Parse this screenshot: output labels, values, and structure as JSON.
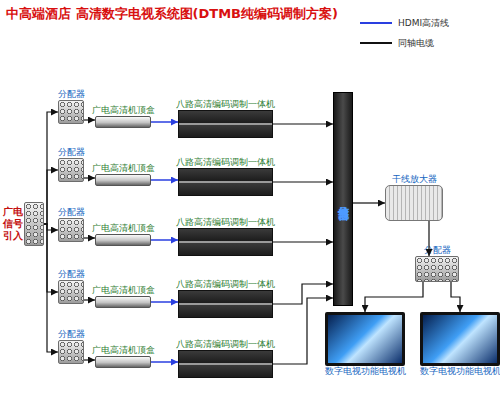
{
  "diagram": {
    "title": "中高端酒店 高清数字电视系统图(DTMB纯编码调制方案)",
    "nodes": [
      {
        "text": [
          "广电信号引入"
        ]
      },
      {
        "text": [
          "分配器"
        ]
      },
      {
        "text": [
          "广电高清机顶盒"
        ]
      },
      {
        "text": [
          "八路高清编码调制一体机"
        ]
      },
      {
        "text": [
          "分配器"
        ]
      },
      {
        "text": [
          "广电高清机顶盒"
        ]
      },
      {
        "text": [
          "八路高清编码调制一体机"
        ]
      },
      {
        "text": [
          "分配器"
        ]
      },
      {
        "text": [
          "广电高清机顶盒"
        ]
      },
      {
        "text": [
          "八路高清编码调制一体机"
        ]
      },
      {
        "text": [
          "分配器"
        ]
      },
      {
        "text": [
          "广电高清机顶盒"
        ]
      },
      {
        "text": [
          "八路高清编码调制一体机"
        ]
      },
      {
        "text": [
          "分配器"
        ]
      },
      {
        "text": [
          "广电高清机顶盒"
        ]
      },
      {
        "text": [
          "八路高清编码调制一体机"
        ]
      },
      {
        "text": [
          "信号混合器"
        ]
      },
      {
        "text": [
          "干线放大器"
        ]
      },
      {
        "text": [
          "分配器"
        ]
      },
      {
        "text": [
          "数字电视功能电视机"
        ]
      },
      {
        "text": [
          "数字电视功能电视机"
        ]
      }
    ],
    "edges": [
      {
        "from": 0,
        "to": 1,
        "arrow": "to"
      },
      {
        "from": 0,
        "to": 4,
        "arrow": "to"
      },
      {
        "from": 0,
        "to": 7,
        "arrow": "to"
      },
      {
        "from": 0,
        "to": 10,
        "arrow": "to"
      },
      {
        "from": 0,
        "to": 13,
        "arrow": "to"
      },
      {
        "from": 1,
        "to": 2,
        "arrow": "to"
      },
      {
        "from": 4,
        "to": 5,
        "arrow": "to"
      },
      {
        "from": 7,
        "to": 8,
        "arrow": "to"
      },
      {
        "from": 10,
        "to": 11,
        "arrow": "to"
      },
      {
        "from": 13,
        "to": 14,
        "arrow": "to"
      },
      {
        "from": 2,
        "to": 3,
        "arrow": "to"
      },
      {
        "from": 5,
        "to": 6,
        "arrow": "to"
      },
      {
        "from": 8,
        "to": 9,
        "arrow": "to"
      },
      {
        "from": 11,
        "to": 12,
        "arrow": "to"
      },
      {
        "from": 14,
        "to": 15,
        "arrow": "to"
      },
      {
        "from": 3,
        "to": 16,
        "arrow": "to"
      },
      {
        "from": 6,
        "to": 16,
        "arrow": "to"
      },
      {
        "from": 9,
        "to": 16,
        "arrow": "to"
      },
      {
        "from": 12,
        "to": 16,
        "arrow": "to"
      },
      {
        "from": 15,
        "to": 16,
        "arrow": "to"
      },
      {
        "from": 16,
        "to": 17,
        "arrow": "to"
      },
      {
        "from": 17,
        "to": 18,
        "arrow": "to"
      },
      {
        "from": 18,
        "to": 19,
        "arrow": "to"
      },
      {
        "from": 18,
        "to": 20,
        "arrow": "to"
      }
    ],
    "legend": [
      {
        "text": "HDMI高清线"
      },
      {
        "text": "同轴电缆"
      }
    ]
  }
}
